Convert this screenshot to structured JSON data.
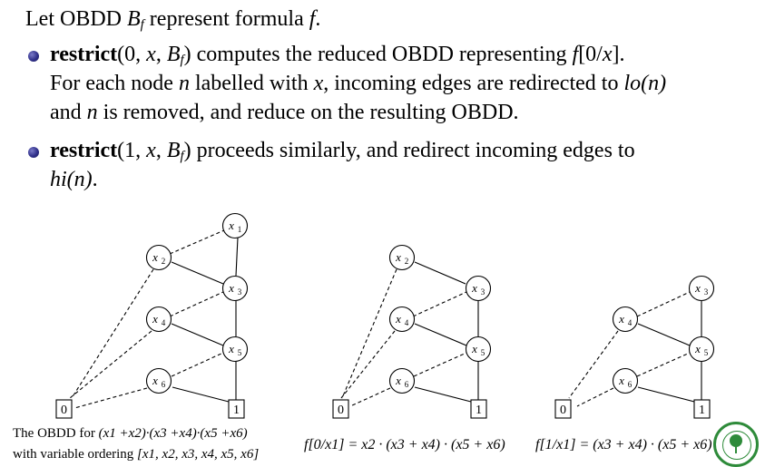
{
  "intro": {
    "prefix": "Let OBDD ",
    "bf": "B",
    "bf_sub": "f",
    "mid": " represent formula ",
    "f": "f",
    "end": "."
  },
  "bullet1": {
    "keyword": "restrict",
    "args_open": "(0, ",
    "x": "x",
    "comma": ", ",
    "bf": "B",
    "bf_sub": "f",
    "args_close": ")",
    "rest1": " computes the reduced OBDD representing ",
    "f": "f",
    "subst": "[0/",
    "subst_x": "x",
    "subst_end": "].",
    "line2_a": "For each node ",
    "n1": "n",
    "line2_b": " labelled with ",
    "x2": "x",
    "line2_c": ", incoming edges are redirected to ",
    "lo": "lo",
    "lo_arg": "(n)",
    "line3_a": "and ",
    "n2": "n",
    "line3_b": " is removed, and reduce on the resulting OBDD."
  },
  "bullet2": {
    "keyword": "restrict",
    "args_open": "(1, ",
    "x": "x",
    "comma": ", ",
    "bf": "B",
    "bf_sub": "f",
    "args_close": ")",
    "rest1": " proceeds similarly, and redirect incoming edges to",
    "hi": "hi",
    "hi_arg": "(n)",
    "end": "."
  },
  "diagrams": [
    {
      "nodes": [
        {
          "label": "x",
          "sub": "1"
        },
        {
          "label": "x",
          "sub": "2"
        },
        {
          "label": "x",
          "sub": "3"
        },
        {
          "label": "x",
          "sub": "4"
        },
        {
          "label": "x",
          "sub": "5"
        },
        {
          "label": "x",
          "sub": "6"
        }
      ],
      "terminals": {
        "zero": "0",
        "one": "1"
      }
    },
    {
      "nodes": [
        {
          "label": "x",
          "sub": "2"
        },
        {
          "label": "x",
          "sub": "3"
        },
        {
          "label": "x",
          "sub": "4"
        },
        {
          "label": "x",
          "sub": "5"
        },
        {
          "label": "x",
          "sub": "6"
        }
      ],
      "terminals": {
        "zero": "0",
        "one": "1"
      }
    },
    {
      "nodes": [
        {
          "label": "x",
          "sub": "3"
        },
        {
          "label": "x",
          "sub": "4"
        },
        {
          "label": "x",
          "sub": "5"
        },
        {
          "label": "x",
          "sub": "6"
        }
      ],
      "terminals": {
        "zero": "0",
        "one": "1"
      }
    }
  ],
  "captions": {
    "c1_line1_text": "The OBDD for ",
    "c1_line1_formula": "(x1 +x2)·(x3 +x4)·(x5 +x6)",
    "c1_line2_text": "with variable ordering ",
    "c1_line2_formula": "[x1, x2, x3, x4, x5, x6]",
    "c2": "f[0/x1] = x2 · (x3 + x4) · (x5 + x6)",
    "c3": "f[1/x1] = (x3 + x4) · (x5 + x6)"
  }
}
